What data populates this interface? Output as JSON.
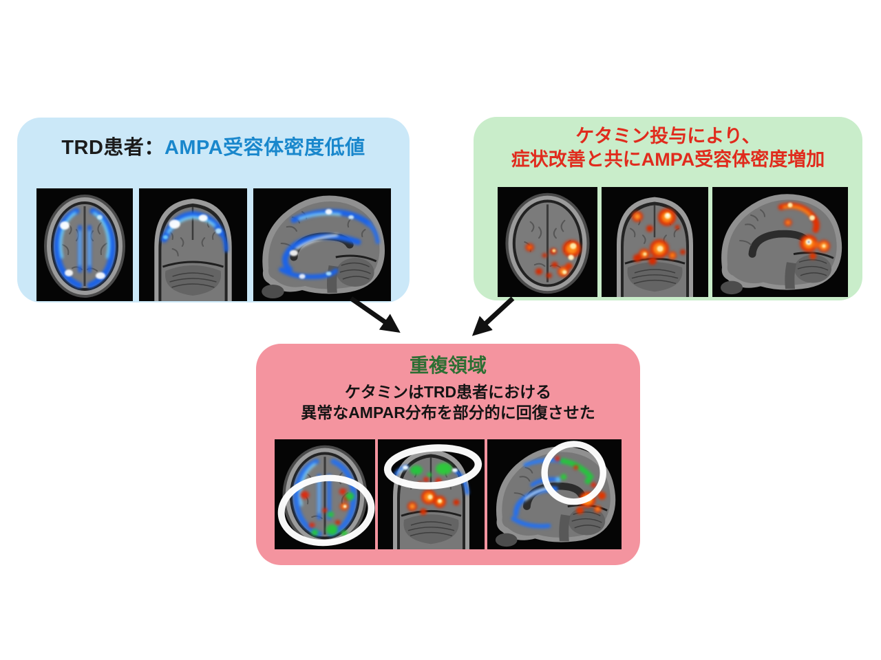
{
  "trd_box": {
    "title_prefix": "TRD患者：",
    "title_highlight": "AMPA受容体密度低値",
    "views": [
      "axial",
      "coronal",
      "sagittal"
    ]
  },
  "ketamine_box": {
    "title_line1": "ケタミン投与により、",
    "title_line2": "症状改善と共にAMPA受容体密度増加",
    "views": [
      "axial",
      "coronal",
      "sagittal"
    ]
  },
  "overlap_box": {
    "title": "重複領域",
    "subtitle_line1": "ケタミンはTRD患者における",
    "subtitle_line2": "異常なAMPAR分布を部分的に回復させた",
    "views": [
      "axial",
      "coronal",
      "sagittal"
    ]
  },
  "colors": {
    "trd_box_bg": "#cbe8f8",
    "trd_title_highlight": "#1987cc",
    "ketamine_box_bg": "#c9edca",
    "ketamine_title": "#e02b1d",
    "overlap_box_bg": "#f4949f",
    "overlap_title": "#2d6e33",
    "cold_overlay": "#1b63e8",
    "hot_overlay": "#ff8c1a",
    "green_overlay": "#27c33f",
    "highlight_ring": "#ffffff",
    "arrow": "#111111"
  }
}
